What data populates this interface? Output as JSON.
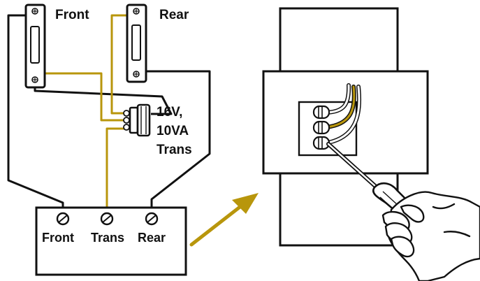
{
  "labels": {
    "front_button": "Front",
    "rear_button": "Rear",
    "transformer_line1": "16V,",
    "transformer_line2": "10VA",
    "transformer_line3": "Trans",
    "terminal_front": "Front",
    "terminal_trans": "Trans",
    "terminal_rear": "Rear"
  },
  "colors": {
    "line": "#111111",
    "wire_accent": "#b8960c",
    "background": "#ffffff"
  },
  "icons": {
    "front_button": "doorbell-button-icon",
    "rear_button": "doorbell-button-icon",
    "transformer": "transformer-icon",
    "screws": "screw-terminal-icon",
    "arrow": "arrow-icon",
    "hand": "hand-with-screwdriver-icon"
  }
}
